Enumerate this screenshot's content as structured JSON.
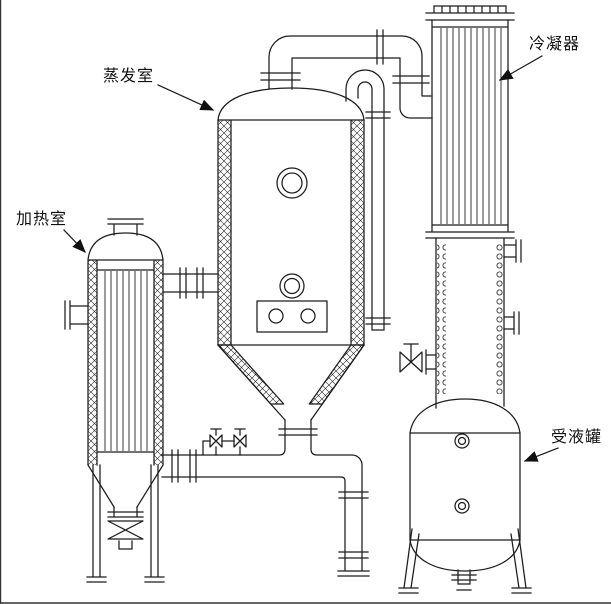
{
  "diagram": {
    "kind": "evaporator-system-line-drawing",
    "labels": {
      "evaporation_chamber": "蒸发室",
      "condenser": "冷凝器",
      "heating_chamber": "加热室",
      "receiver_tank": "受液罐"
    },
    "colors": {
      "line": "#1c1c1c",
      "background": "#ffffff"
    }
  }
}
